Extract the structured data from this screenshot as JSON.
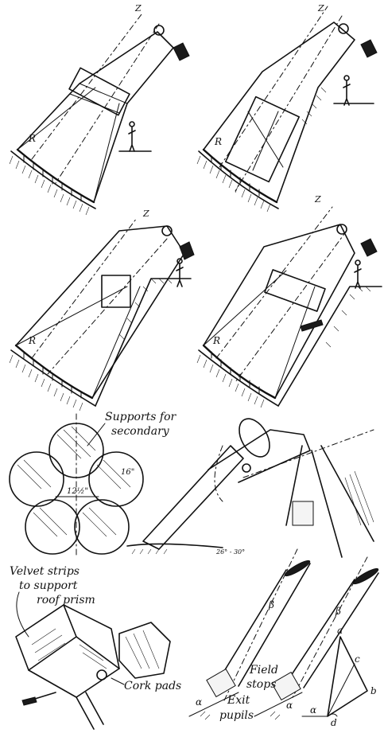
{
  "labels": {
    "r": "R",
    "z": "Z",
    "supports_line1": "Supports for",
    "supports_line2": "secondary",
    "dim_inner": "12½\"",
    "dim_outer": "16\"",
    "velvet_line1": "Velvet strips",
    "velvet_line2": "to support",
    "velvet_line3": "roof prism",
    "cork_pads": "Cork pads",
    "field_line1": "Field",
    "field_line2": "stops",
    "exit_line1": "Exit",
    "exit_line2": "pupils",
    "alpha": "α",
    "beta": "β",
    "pt_a": "a",
    "pt_b": "b",
    "pt_c": "c",
    "pt_d": "d"
  }
}
